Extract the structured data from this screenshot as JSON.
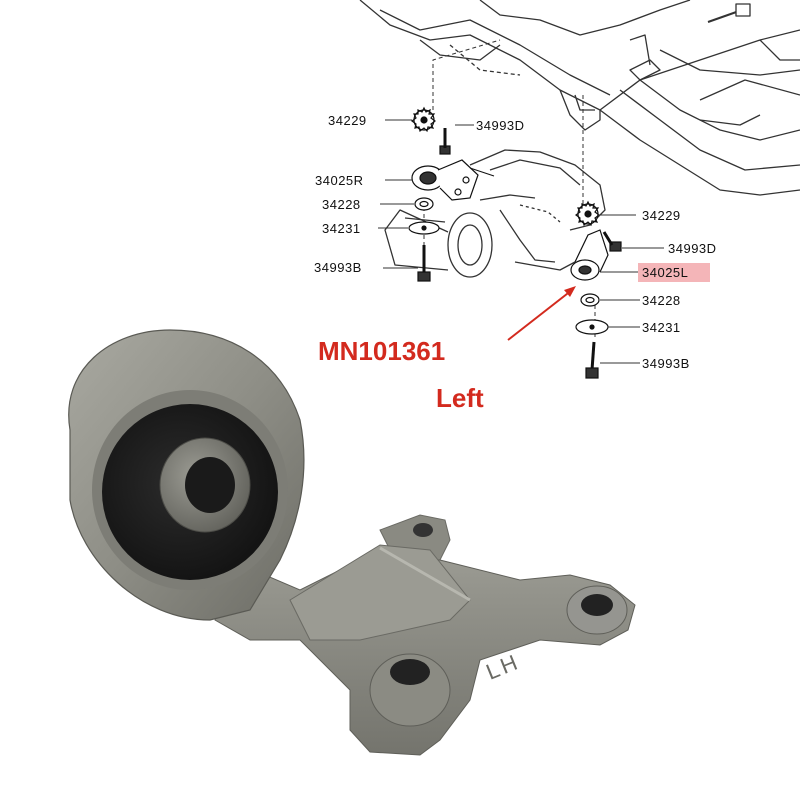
{
  "colors": {
    "callout_red": "#d32a1e",
    "highlight": "#f4b5b8",
    "metal": "#8e8e86",
    "rubber": "#1c1c1c"
  },
  "diagram": {
    "labels": {
      "r_washer_top": "34229",
      "r_bolt_top": "34993D",
      "r_bracket": "34025R",
      "r_spacer": "34228",
      "r_washer_plate": "34231",
      "r_bolt_bottom": "34993B",
      "l_washer_top": "34229",
      "l_bolt_top": "34993D",
      "l_bracket": "34025L",
      "l_spacer": "34228",
      "l_washer_plate": "34231",
      "l_bolt_bottom": "34993B"
    },
    "callout": {
      "part_number": "MN101361",
      "side": "Left"
    },
    "photo": {
      "casting_mark": "LH"
    }
  }
}
